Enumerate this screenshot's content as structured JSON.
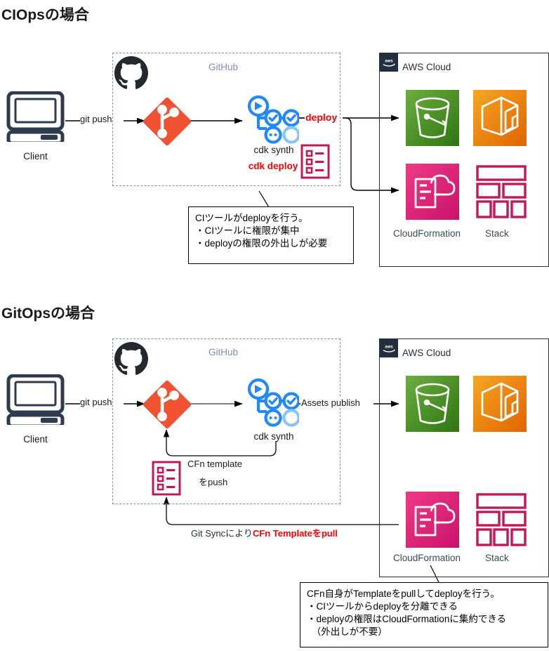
{
  "page": {
    "background": "#ffffff",
    "accent_red": "#ff0000",
    "aws_navy": "#232f3e",
    "github_dash": "#7f8fb0",
    "git_orange": "#f05133",
    "pipeline_blue": "#2188ff",
    "s3_green": "#3f8624",
    "ecr_orange": "#e9761a",
    "cfn_pink": "#e7157b"
  },
  "sections": [
    {
      "id": "ciops",
      "title": "CIOpsの場合",
      "client": {
        "label": "Client",
        "icon": "desktop-computer-icon"
      },
      "github": {
        "label": "GitHub",
        "logo": "github-octocat-icon",
        "git_icon": "git-branch-icon"
      },
      "edges": {
        "git_push": "git push",
        "to_pipeline": "",
        "deploy": "deploy"
      },
      "pipeline": {
        "icon": "github-actions-workflow-icon",
        "label_1": "cdk synth",
        "label_2": "cdk deploy",
        "template_icon": "cfn-template-document-icon"
      },
      "aws": {
        "label": "AWS Cloud",
        "badge": "aws-logo-icon",
        "services": [
          {
            "name": "s3-bucket-icon",
            "label": ""
          },
          {
            "name": "ecr-container-icon",
            "label": ""
          },
          {
            "name": "cloudformation-icon",
            "label": "CloudFormation"
          },
          {
            "name": "stack-icon",
            "label": "Stack"
          }
        ]
      },
      "callout": {
        "lines": [
          "CIツールがdeployを行う。",
          "・CIツールに権限が集中",
          "・deployの権限の外出しが必要"
        ]
      }
    },
    {
      "id": "gitops",
      "title": "GitOpsの場合",
      "client": {
        "label": "Client",
        "icon": "desktop-computer-icon"
      },
      "github": {
        "label": "GitHub",
        "logo": "github-octocat-icon",
        "git_icon": "git-branch-icon"
      },
      "edges": {
        "git_push": "git push",
        "assets_publish": "Assets publish",
        "cfn_template_push_line1": "CFn template",
        "cfn_template_push_line2": "をpush",
        "git_sync_plain": "Git Syncにより",
        "git_sync_red": "CFn Templateをpull"
      },
      "pipeline": {
        "icon": "github-actions-workflow-icon",
        "label_1": "cdk synth",
        "template_icon": "cfn-template-document-icon"
      },
      "aws": {
        "label": "AWS Cloud",
        "badge": "aws-logo-icon",
        "services": [
          {
            "name": "s3-bucket-icon",
            "label": ""
          },
          {
            "name": "ecr-container-icon",
            "label": ""
          },
          {
            "name": "cloudformation-icon",
            "label": "CloudFormation"
          },
          {
            "name": "stack-icon",
            "label": "Stack"
          }
        ]
      },
      "callout": {
        "lines": [
          "CFn自身がTemplateをpullしてdeployを行う。",
          "・CIツールからdeployを分離できる",
          "・deployの権限はCloudFormationに集約できる",
          "　（外出しが不要）"
        ]
      }
    }
  ]
}
